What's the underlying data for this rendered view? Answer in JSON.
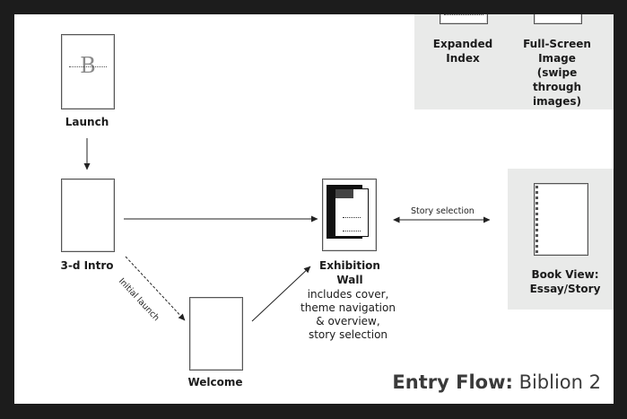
{
  "nodes": {
    "launch": {
      "label": "Launch",
      "logo_letter": "B"
    },
    "intro": {
      "label": "3-d Intro"
    },
    "welcome": {
      "label": "Welcome"
    },
    "exhibition": {
      "label": "Exhibition\nWall",
      "description": "includes cover,\ntheme navigation\n& overview,\nstory selection"
    },
    "book": {
      "label": "Book View:\nEssay/Story"
    },
    "index": {
      "label": "Expanded\nIndex"
    },
    "fullscreen": {
      "label": "Full-Screen\nImage\n(swipe through\nimages)"
    }
  },
  "edges": {
    "initial_launch": "Initial launch",
    "story_selection": "Story selection"
  },
  "title": {
    "bold": "Entry Flow:",
    "rest": " Biblion 2"
  },
  "colors": {
    "frame": "#1c1c1c",
    "panel": "#e9eae9",
    "canvas": "#ffffff"
  }
}
